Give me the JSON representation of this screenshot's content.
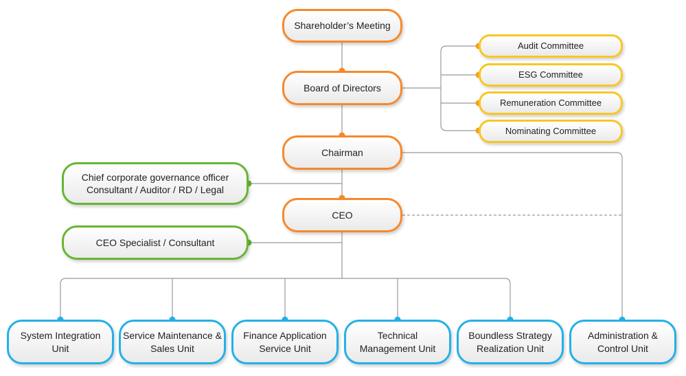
{
  "colors": {
    "executive": "#f7882a",
    "committee": "#f9c623",
    "advisory": "#67b533",
    "unit": "#23b0e8",
    "line": "#999999"
  },
  "nodes": {
    "shareholders_meeting": "Shareholder’s Meeting",
    "board_of_directors": "Board of Directors",
    "chairman": "Chairman",
    "ceo": "CEO",
    "committees": {
      "audit": "Audit Committee",
      "esg": "ESG Committee",
      "remuneration": "Remuneration Committee",
      "nominating": "Nominating Committee"
    },
    "governance_officer": "Chief corporate governance officer\nConsultant / Auditor / RD / Legal",
    "ceo_specialist": "CEO Specialist / Consultant",
    "units": {
      "system_integration": "System Integration\nUnit",
      "service_maintenance": "Service Maintenance &\nSales Unit",
      "finance_application": "Finance Application\nService Unit",
      "technical_management": "Technical\nManagement Unit",
      "boundless_strategy": "Boundless Strategy\nRealization Unit",
      "administration_control": "Administration &\nControl Unit"
    }
  }
}
